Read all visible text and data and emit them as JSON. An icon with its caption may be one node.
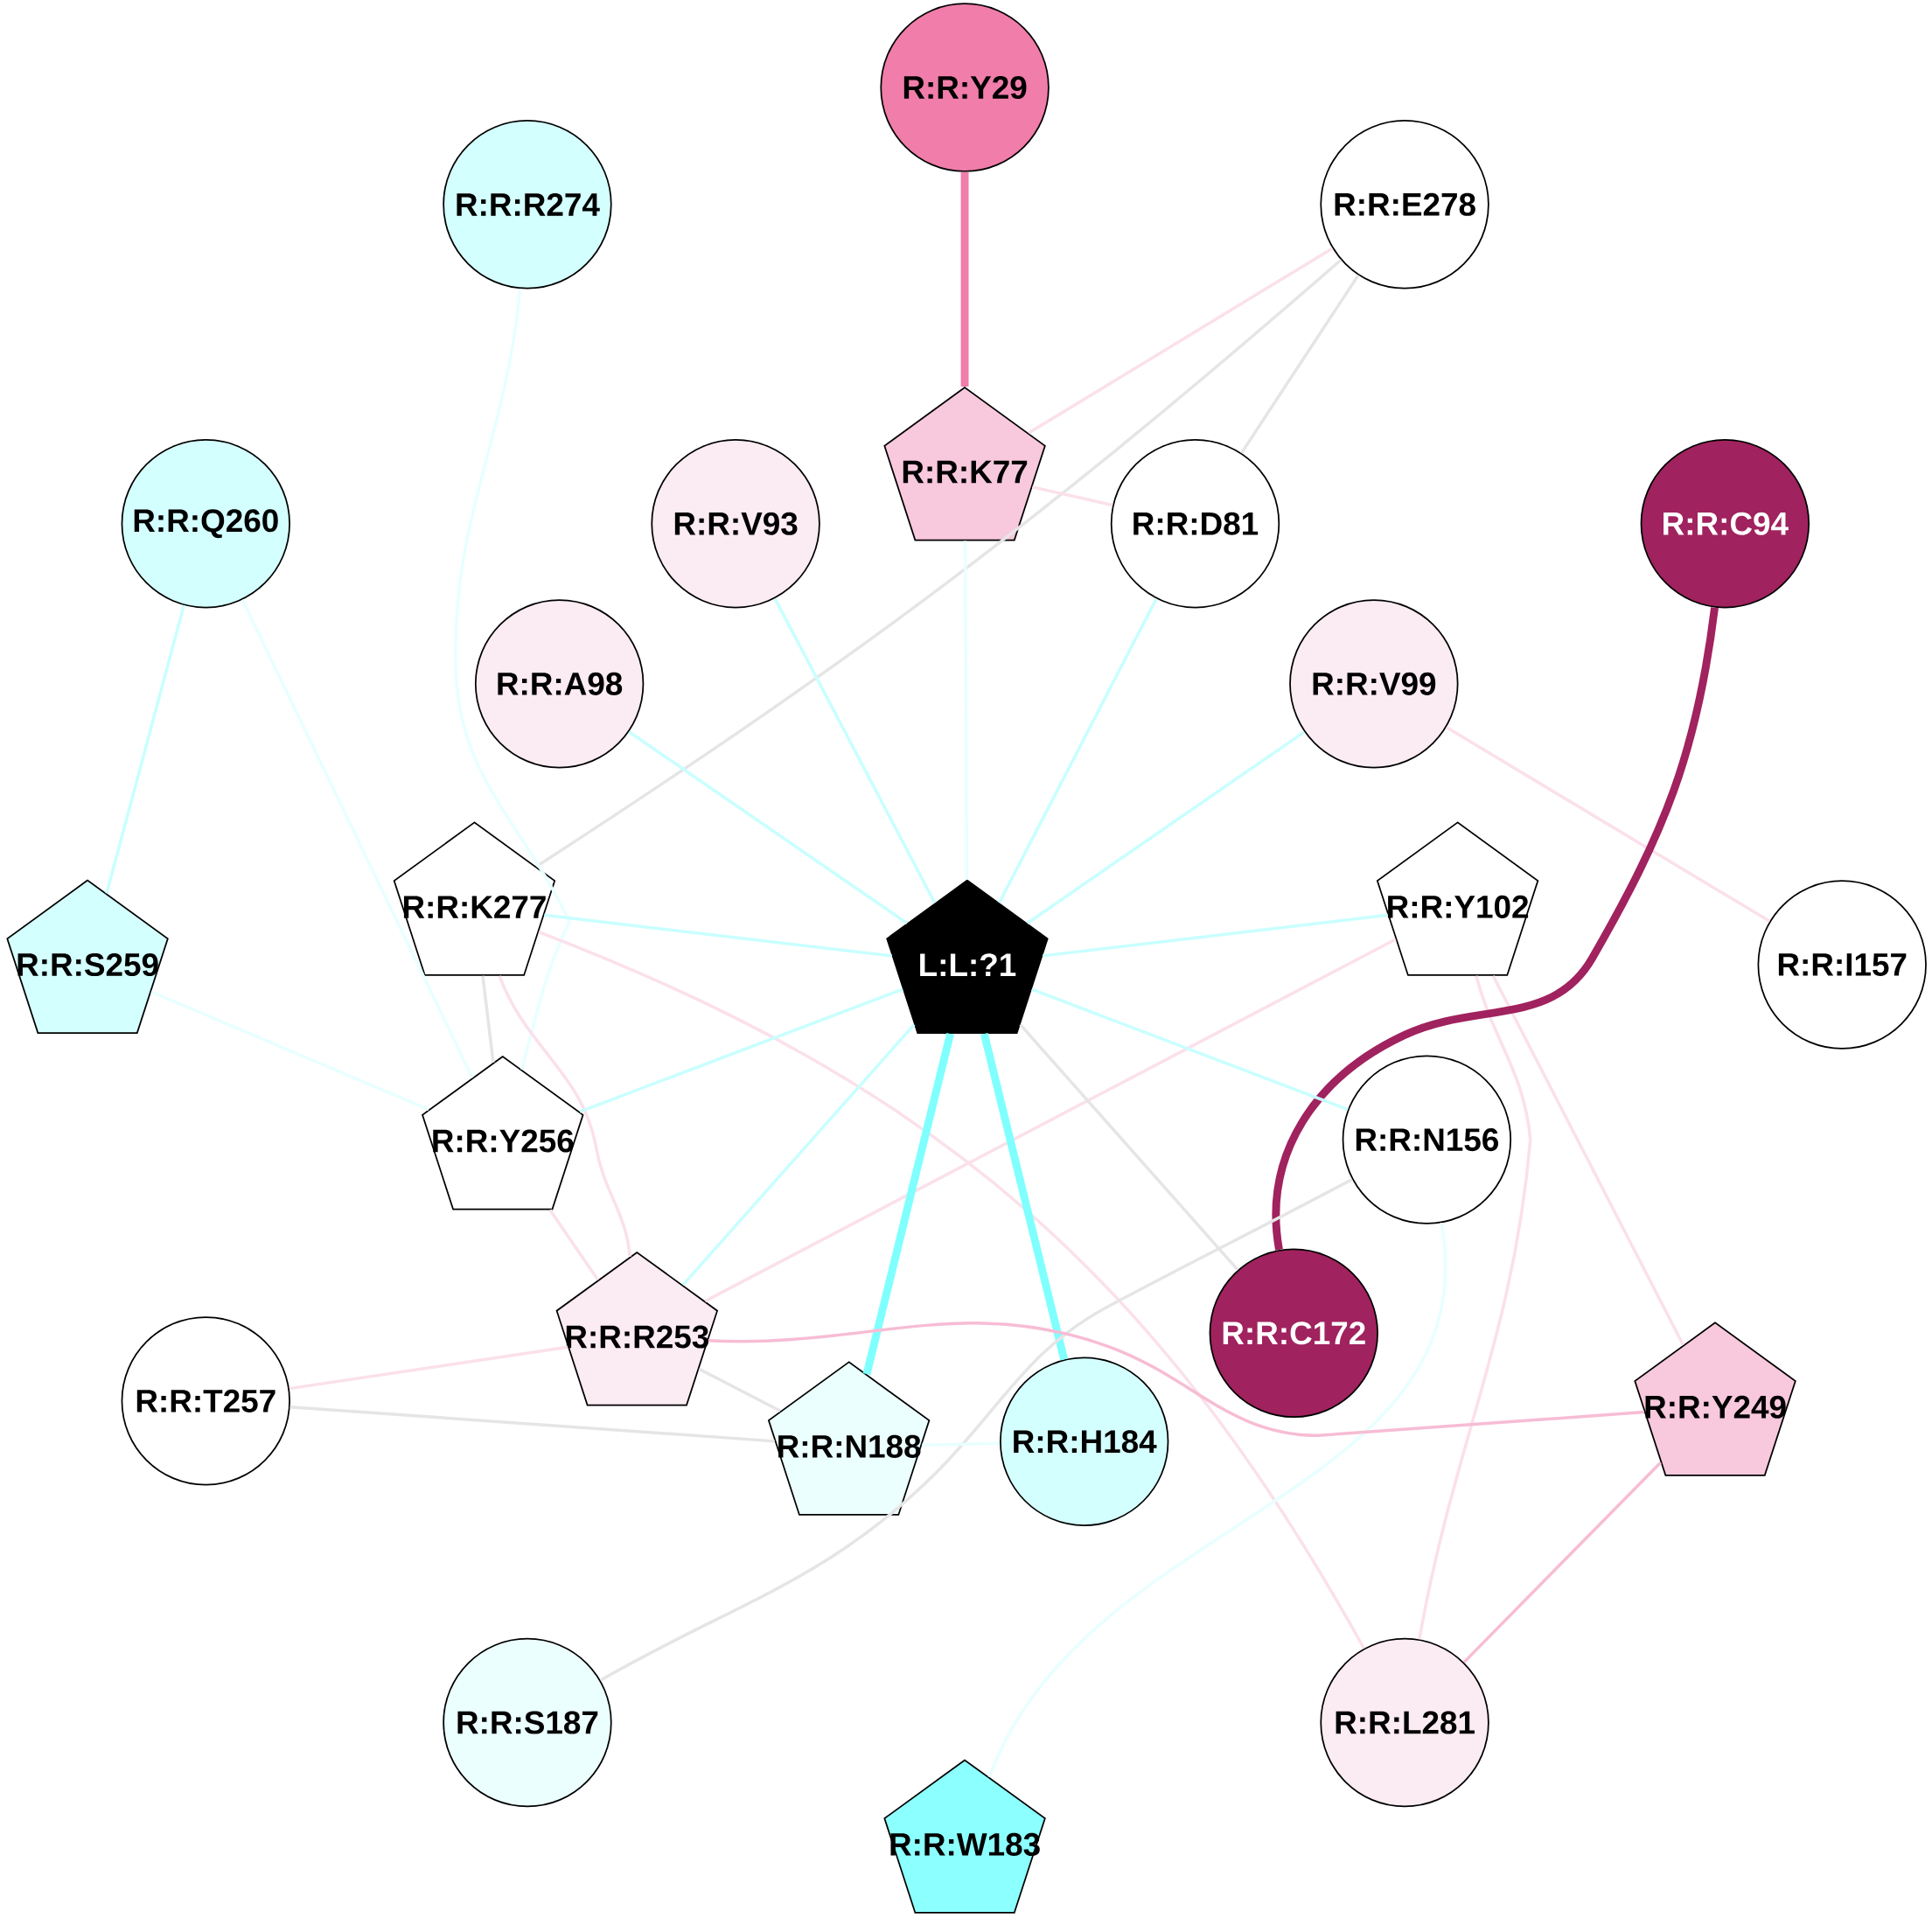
{
  "diagram": {
    "nodes": [
      {
        "text": [
          "R:R:Y29"
        ]
      },
      {
        "text": [
          "R:R:R274"
        ]
      },
      {
        "text": [
          "R:R:E278"
        ]
      },
      {
        "text": [
          "R:R:K77"
        ]
      },
      {
        "text": [
          "R:R:Q260"
        ]
      },
      {
        "text": [
          "R:R:V93"
        ]
      },
      {
        "text": [
          "R:R:D81"
        ]
      },
      {
        "text": [
          "R:R:C94"
        ]
      },
      {
        "text": [
          "R:R:A98"
        ]
      },
      {
        "text": [
          "R:R:V99"
        ]
      },
      {
        "text": [
          "R:R:K277"
        ]
      },
      {
        "text": [
          "L:L:?1"
        ]
      },
      {
        "text": [
          "R:R:Y102"
        ]
      },
      {
        "text": [
          "R:R:S259"
        ]
      },
      {
        "text": [
          "R:R:I157"
        ]
      },
      {
        "text": [
          "R:R:Y256"
        ]
      },
      {
        "text": [
          "R:R:N156"
        ]
      },
      {
        "text": [
          "R:R:R253"
        ]
      },
      {
        "text": [
          "R:R:C172"
        ]
      },
      {
        "text": [
          "R:R:T257"
        ]
      },
      {
        "text": [
          "R:R:N188"
        ]
      },
      {
        "text": [
          "R:R:H184"
        ]
      },
      {
        "text": [
          "R:R:Y249"
        ]
      },
      {
        "text": [
          "R:R:S187"
        ]
      },
      {
        "text": [
          "R:R:L281"
        ]
      },
      {
        "text": [
          "R:R:W183"
        ]
      }
    ],
    "edges": [
      {
        "from": 0,
        "to": 3,
        "arrow": "none",
        "style": "thick",
        "color": "#f07daa"
      },
      {
        "from": 2,
        "to": 3,
        "arrow": "none",
        "color": "#fbe0ea"
      },
      {
        "from": 2,
        "to": 6,
        "arrow": "none",
        "color": "#e5e5e5"
      },
      {
        "from": 2,
        "to": 10,
        "arrow": "none",
        "color": "#e5e5e5"
      },
      {
        "from": 3,
        "to": 6,
        "arrow": "none",
        "color": "#fbe0ea"
      },
      {
        "from": 3,
        "to": 11,
        "arrow": "none",
        "color": "#e8ffff"
      },
      {
        "from": 5,
        "to": 11,
        "arrow": "none"
      },
      {
        "from": 6,
        "to": 11,
        "arrow": "none"
      },
      {
        "from": 8,
        "to": 11,
        "arrow": "none"
      },
      {
        "from": 9,
        "to": 11,
        "arrow": "none"
      },
      {
        "from": 9,
        "to": 14,
        "arrow": "none",
        "color": "#fbe0ea"
      },
      {
        "from": 1,
        "to": 15,
        "arrow": "none",
        "color": "#e8ffff"
      },
      {
        "from": 4,
        "to": 13,
        "arrow": "none"
      },
      {
        "from": 4,
        "to": 15,
        "arrow": "none",
        "color": "#e8ffff"
      },
      {
        "from": 13,
        "to": 15,
        "arrow": "none",
        "color": "#e8ffff"
      },
      {
        "from": 10,
        "to": 11,
        "arrow": "none"
      },
      {
        "from": 10,
        "to": 15,
        "arrow": "none",
        "color": "#e5e5e5"
      },
      {
        "from": 10,
        "to": 17,
        "arrow": "none",
        "color": "#fbe0ea"
      },
      {
        "from": 10,
        "to": 24,
        "arrow": "none",
        "color": "#fbe0ea"
      },
      {
        "from": 12,
        "to": 11,
        "arrow": "none"
      },
      {
        "from": 12,
        "to": 17,
        "arrow": "none",
        "color": "#fbe0ea"
      },
      {
        "from": 12,
        "to": 22,
        "arrow": "none",
        "color": "#fbe0ea"
      },
      {
        "from": 12,
        "to": 24,
        "arrow": "none",
        "color": "#fbe0ea"
      },
      {
        "from": 7,
        "to": 18,
        "arrow": "none",
        "style": "thick",
        "color": "#a0225e"
      },
      {
        "from": 11,
        "to": 15,
        "arrow": "none"
      },
      {
        "from": 11,
        "to": 16,
        "arrow": "none"
      },
      {
        "from": 11,
        "to": 17,
        "arrow": "none"
      },
      {
        "from": 11,
        "to": 20,
        "arrow": "none",
        "style": "thick",
        "color": "#80ffff"
      },
      {
        "from": 11,
        "to": 21,
        "arrow": "none",
        "style": "thick",
        "color": "#80ffff"
      },
      {
        "from": 11,
        "to": 18,
        "arrow": "none",
        "color": "#e5e5e5"
      },
      {
        "from": 16,
        "to": 23,
        "arrow": "none",
        "color": "#e5e5e5"
      },
      {
        "from": 16,
        "to": 25,
        "arrow": "none",
        "color": "#e8ffff"
      },
      {
        "from": 15,
        "to": 17,
        "arrow": "none",
        "color": "#fbe0ea"
      },
      {
        "from": 17,
        "to": 22,
        "arrow": "none",
        "color": "#f7bcd4"
      },
      {
        "from": 17,
        "to": 20,
        "arrow": "none",
        "color": "#e5e5e5"
      },
      {
        "from": 19,
        "to": 17,
        "arrow": "none",
        "color": "#fbe0ea"
      },
      {
        "from": 19,
        "to": 20,
        "arrow": "none",
        "color": "#e5e5e5"
      },
      {
        "from": 20,
        "to": 21,
        "arrow": "none",
        "color": "#e8ffff"
      },
      {
        "from": 22,
        "to": 24,
        "arrow": "none",
        "color": "#f7bcd4"
      }
    ]
  }
}
